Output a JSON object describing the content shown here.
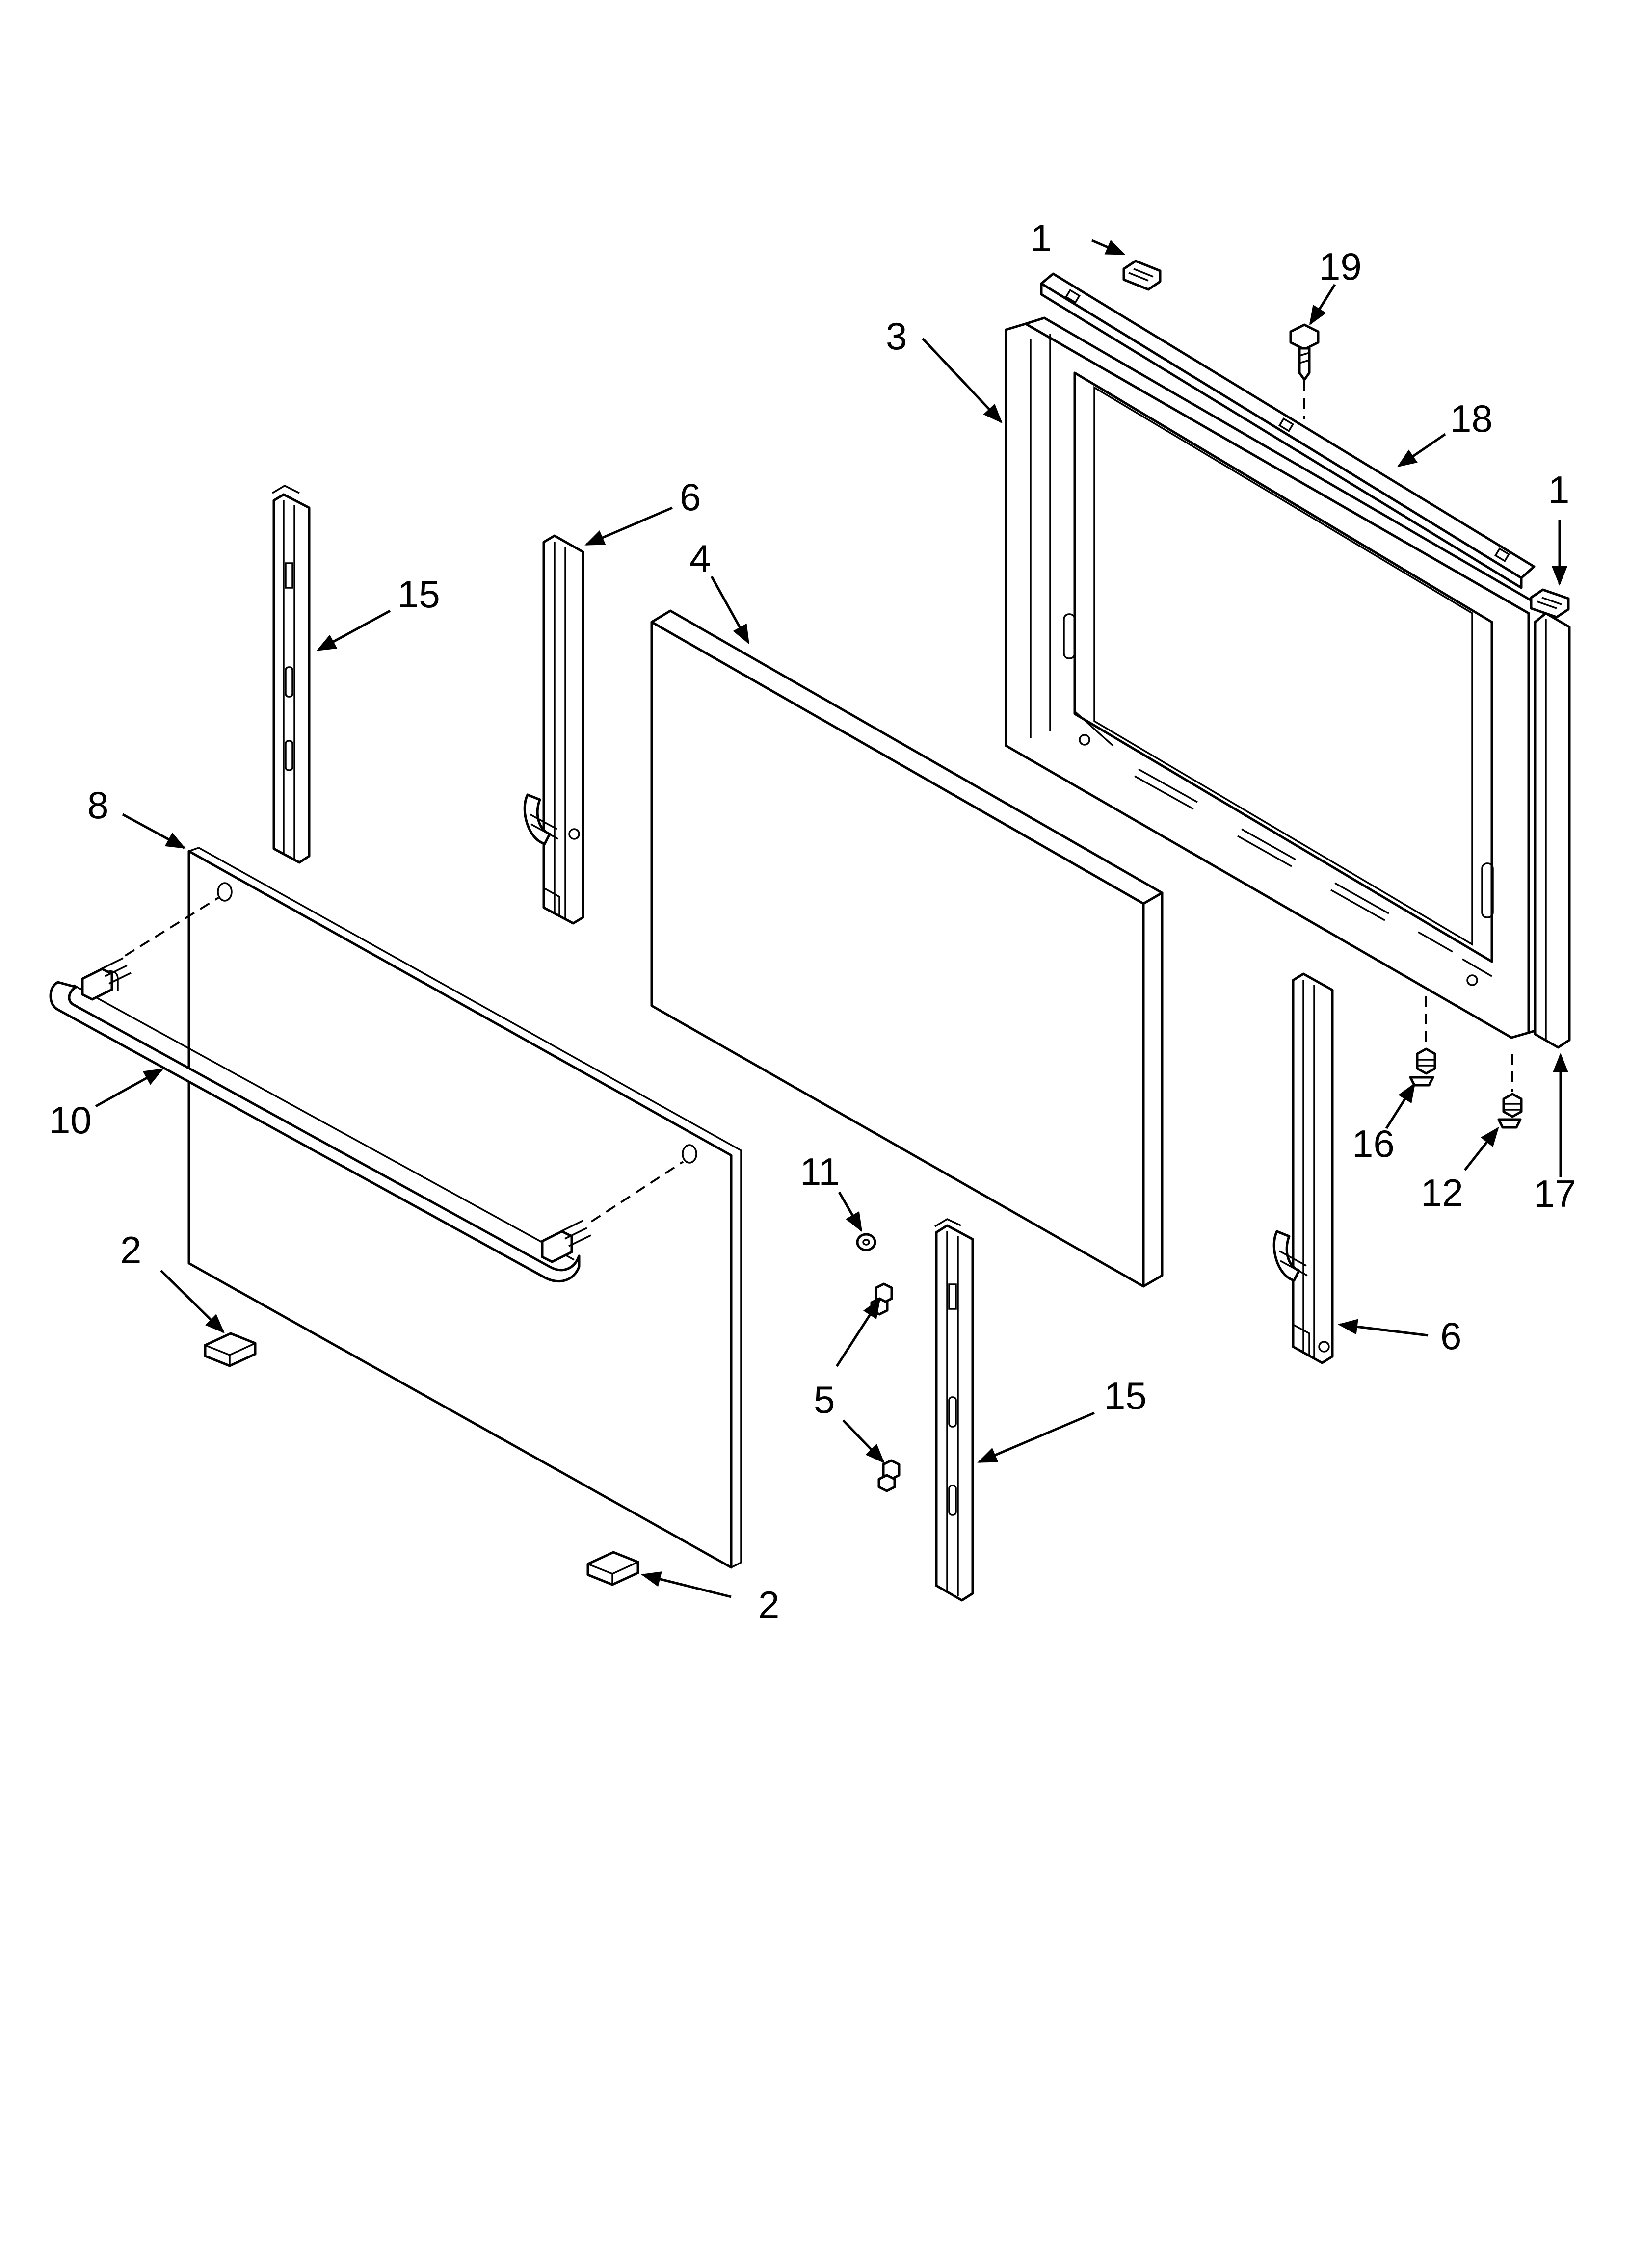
{
  "callouts": [
    {
      "id": "c1a",
      "num": "1",
      "name": "callout-1-screw-top"
    },
    {
      "id": "c19",
      "num": "19",
      "name": "callout-19-screw"
    },
    {
      "id": "c3",
      "num": "3",
      "name": "callout-3-door-frame"
    },
    {
      "id": "c18",
      "num": "18",
      "name": "callout-18-top-trim"
    },
    {
      "id": "c1b",
      "num": "1",
      "name": "callout-1-screw-right"
    },
    {
      "id": "c6a",
      "num": "6",
      "name": "callout-6-hinge-left"
    },
    {
      "id": "c4",
      "num": "4",
      "name": "callout-4-insulation"
    },
    {
      "id": "c15a",
      "num": "15",
      "name": "callout-15-channel-left"
    },
    {
      "id": "c8",
      "num": "8",
      "name": "callout-8-door-panel"
    },
    {
      "id": "c10",
      "num": "10",
      "name": "callout-10-handle"
    },
    {
      "id": "c2a",
      "num": "2",
      "name": "callout-2-clip-left"
    },
    {
      "id": "c11",
      "num": "11",
      "name": "callout-11-washer"
    },
    {
      "id": "c5",
      "num": "5",
      "name": "callout-5-spacer"
    },
    {
      "id": "c15b",
      "num": "15",
      "name": "callout-15-channel-right"
    },
    {
      "id": "c2b",
      "num": "2",
      "name": "callout-2-clip-right"
    },
    {
      "id": "c16",
      "num": "16",
      "name": "callout-16-screw"
    },
    {
      "id": "c12",
      "num": "12",
      "name": "callout-12-screw"
    },
    {
      "id": "c17",
      "num": "17",
      "name": "callout-17-side-trim"
    },
    {
      "id": "c6b",
      "num": "6",
      "name": "callout-6-hinge-right"
    }
  ]
}
